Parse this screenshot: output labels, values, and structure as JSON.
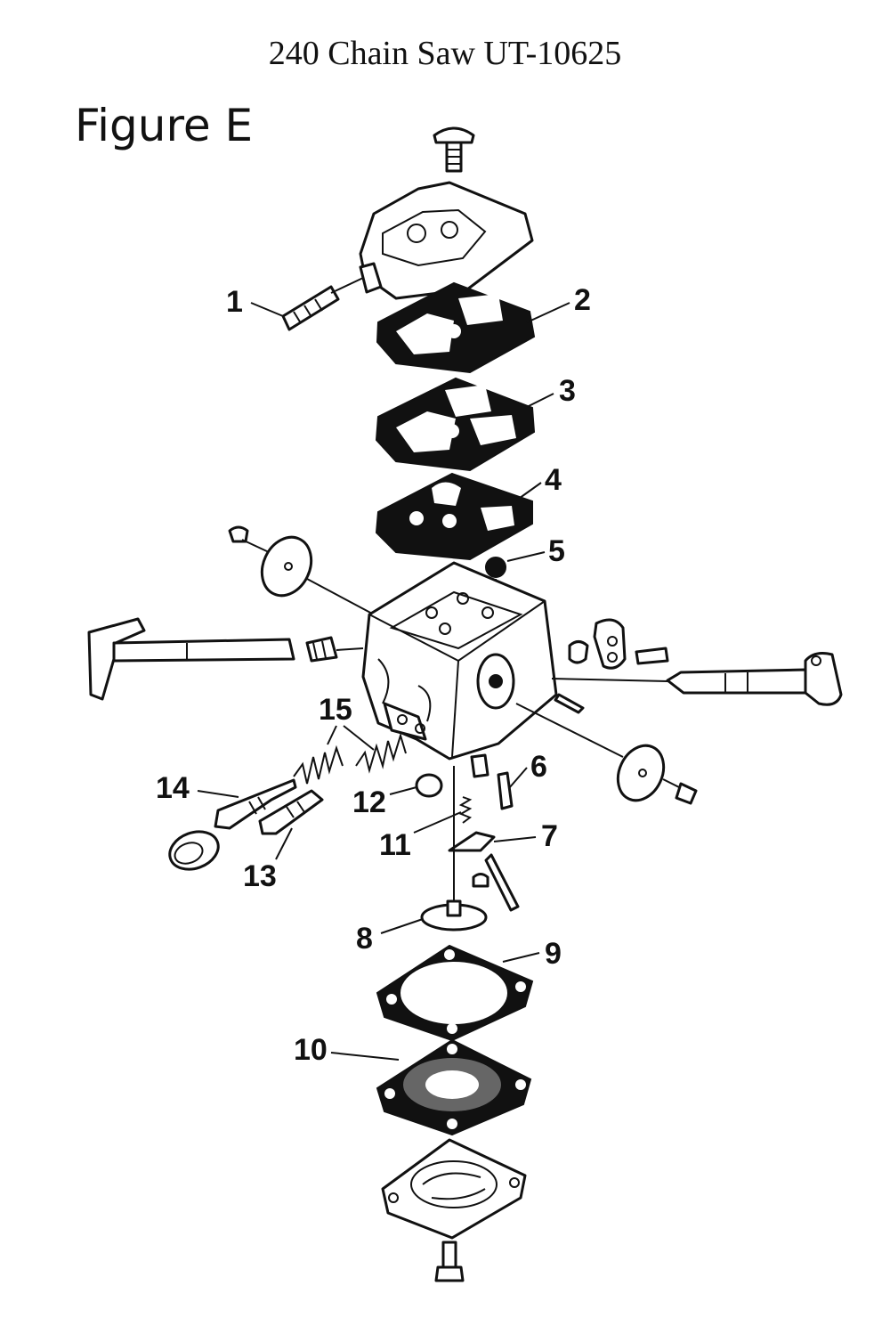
{
  "header": {
    "title": "240 Chain Saw UT-10625",
    "figure_label": "Figure E"
  },
  "callouts": [
    "1",
    "2",
    "3",
    "4",
    "5",
    "6",
    "7",
    "8",
    "9",
    "10",
    "11",
    "12",
    "13",
    "14",
    "15"
  ]
}
